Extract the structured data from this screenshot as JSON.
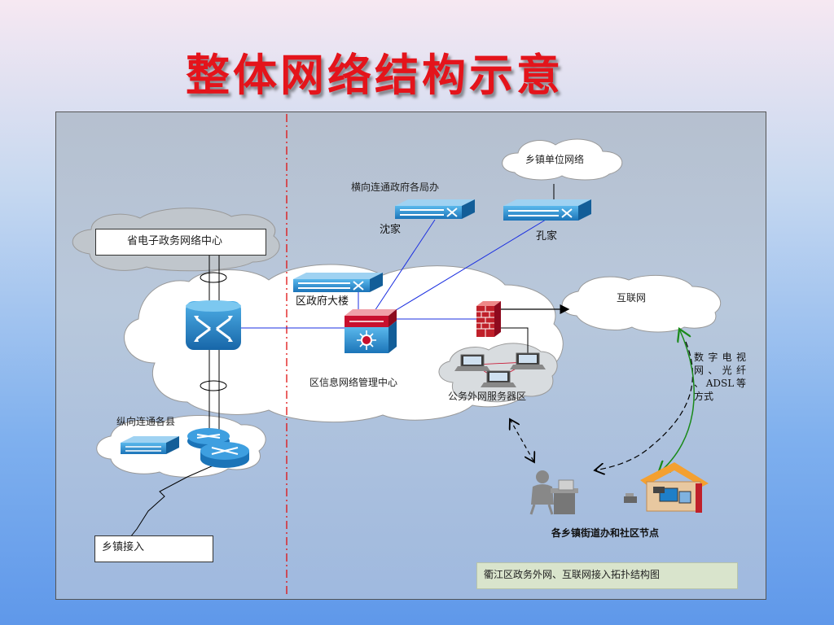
{
  "title": "整体网络结构示意",
  "labels": {
    "township_cloud": "乡镇单位网络",
    "horizontal": "横向连通政府各局办",
    "shenjia": "沈家",
    "kongjia": "孔家",
    "province_center": "省电子政务网络中心",
    "district_building": "区政府大楼",
    "internet": "互联网",
    "district_center": "区信息网络管理中心",
    "server_zone": "公务外网服务器区",
    "vertical": "纵向连通各县",
    "township_access": "乡镇接入",
    "nodes": "各乡镇街道办和社区节点",
    "caption": "衢江区政务外网、互联网接入拓扑结构图"
  },
  "access_methods": [
    "数字电视",
    "网、光纤",
    "、ADSL等",
    "方式"
  ],
  "colors": {
    "title": "#e4141b",
    "link_blue": "#1b2fe0",
    "red_dash": "#e01010",
    "device_blue": "#1f7fc8",
    "device_red": "#c8102e",
    "green_arrow": "#1a8a1a"
  }
}
